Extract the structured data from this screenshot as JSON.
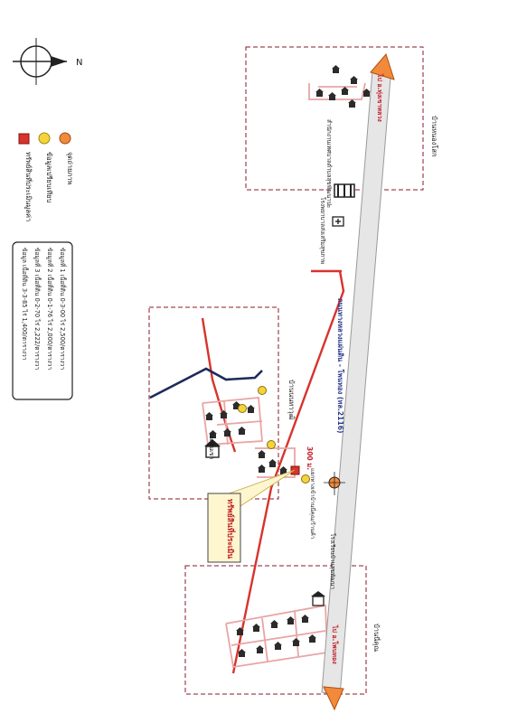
{
  "legend": {
    "items": [
      {
        "symbol": "orange-circle",
        "label": "จุดถ่ายภาพ"
      },
      {
        "symbol": "yellow-circle",
        "label": "ข้อมูลเปรียบเทียบ"
      },
      {
        "symbol": "red-square",
        "label": "ทรัพย์สินที่ประเมินมูลค่า"
      }
    ]
  },
  "compare_box": {
    "lines": [
      "ข้อมูลที่ 1 เนื้อที่ดิน 0-3-00 ไร่ 2,500/ตารางวา",
      "ข้อมูลที่ 2 เนื้อที่ดิน 0-1-76 ไร่ 2,000/ตารางวา",
      "ข้อมูลที่ 3 เนื้อที่ดิน 0-2-70 ไร่ 2,222/ตารางวา",
      "ข้อมูล เนื้อที่ดิน 3-3-85 ไร่ 1,400/ตารางวา"
    ]
  },
  "compass": {
    "north": "N"
  },
  "places": {
    "north_village": "บ้านหนองโสก",
    "office": "สำนักงานเทศบาลตำบลสุขพัฒนาปะ",
    "health": "โรงพยาบาลส่งเสริมสุขภาพ",
    "road_label": "ถนนทางหลวงแผ่นดิน - โพนทอง (ทล.2116)",
    "village_mid": "บ้านนนทาวุฒิ",
    "temple": "วัดดอนเขา",
    "distance": "300 ม.",
    "property_tag": "ทรัพย์สินที่ประเมิน",
    "school": "โรงเรียนบ้านสุขพัฒนา",
    "south_village": "บ้านนี่คุณ",
    "north_dir": "ไป อ.ทุ่งเขาหลวง",
    "south_dir": "ไป อ.โพนทอง",
    "landmark_under": "แยกทางเข้าบ้านนี่คุณ/ร้านค้า"
  },
  "colors": {
    "road_fill": "#e6e6e6",
    "road_edge": "#9a9a9a",
    "red_road": "#d8332c",
    "navy_road": "#1e2a5a",
    "boundary": "#8a1a2a",
    "arrow": "#f28a3c",
    "highlight_box": "#fdf6cf",
    "lot_line": "#e9a5a5"
  }
}
